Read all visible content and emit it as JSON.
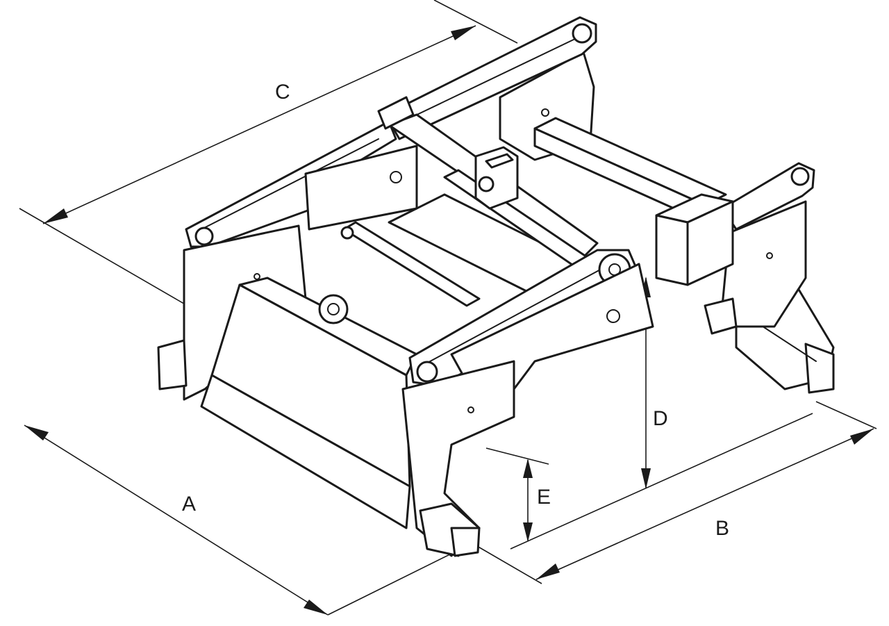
{
  "diagram": {
    "labels": {
      "a": "A",
      "b": "B",
      "c": "C",
      "d": "D",
      "e": "E"
    },
    "colors": {
      "ink": "#1a1a1a",
      "paper": "#ffffff"
    }
  }
}
